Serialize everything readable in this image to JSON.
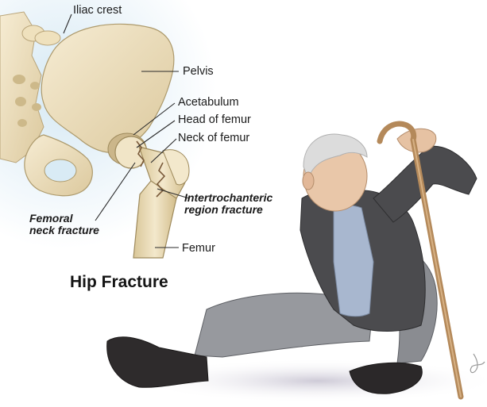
{
  "title": "Hip Fracture",
  "labels": {
    "iliac_crest": "Iliac crest",
    "pelvis": "Pelvis",
    "acetabulum": "Acetabulum",
    "head_of_femur": "Head of femur",
    "neck_of_femur": "Neck of femur",
    "femur": "Femur"
  },
  "fractures": {
    "intertrochanteric_line1": "Intertrochanteric",
    "intertrochanteric_line2": "region fracture",
    "femoral_neck_line1": "Femoral",
    "femoral_neck_line2": "neck fracture"
  },
  "colors": {
    "bone": "#efe3c4",
    "bone_shade": "#cbb98c",
    "background_tint": "#dfeef6",
    "jacket": "#4a4a4c",
    "shirt": "#a9b9d1",
    "trousers": "#8d8f94",
    "cane": "#b4895a"
  }
}
